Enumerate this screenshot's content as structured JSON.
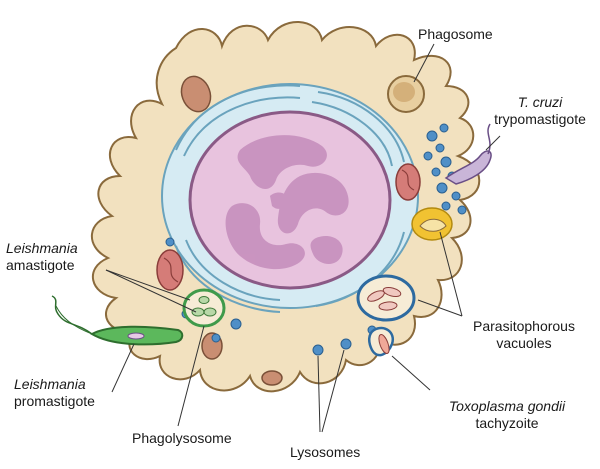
{
  "labels": {
    "phagosome": "Phagosome",
    "tcruzi_species": "T. cruzi",
    "tcruzi_stage": "trypomastigote",
    "leish_amast_species": "Leishmania",
    "leish_amast_stage": "amastigote",
    "parasitophorous_line1": "Parasitophorous",
    "parasitophorous_line2": "vacuoles",
    "leish_promast_species": "Leishmania",
    "leish_promast_stage": "promastigote",
    "toxoplasma_species": "Toxoplasma gondii",
    "toxoplasma_stage": "tachyzoite",
    "phagolysosome": "Phagolysosome",
    "lysosomes": "Lysosomes"
  },
  "colors": {
    "cytoplasm": "#f2e1bf",
    "cell_outline": "#8a6a3c",
    "nucleus": "#e8c3de",
    "chromatin": "#c48cbb",
    "er": "#b9dcea",
    "er_outline": "#6aa3bd",
    "lysosome": "#4f8fc7",
    "mitochondrion": "#d57c78",
    "vacuole_ring": "#2d6aa0",
    "phagolysosome_ring": "#3f9a4a",
    "promastigote": "#5cb85c",
    "yellow_vacuole": "#f1c232"
  }
}
